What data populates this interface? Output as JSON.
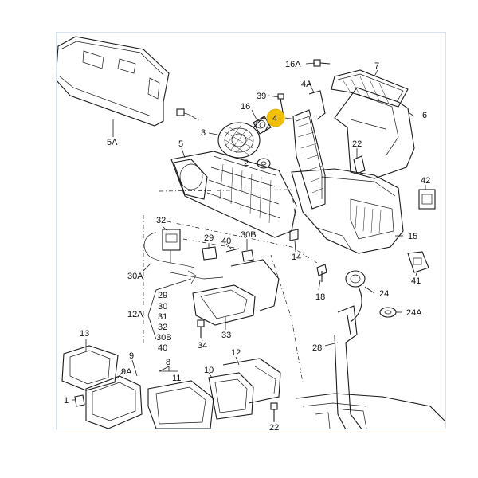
{
  "highlight": {
    "label": "4",
    "color": "#f2c000"
  },
  "labels": {
    "l5A": "5A",
    "l16A": "16A",
    "l7": "7",
    "l39": "39",
    "l4A": "4A",
    "l16": "16",
    "l4": "4",
    "l6": "6",
    "l3": "3",
    "l5": "5",
    "l2": "2",
    "l22a": "22",
    "l42": "42",
    "l32": "32",
    "l29a": "29",
    "l40a": "40",
    "l30B": "30B",
    "l14": "14",
    "l15": "15",
    "l30A": "30A",
    "l41": "41",
    "l18": "18",
    "l24": "24",
    "l24A": "24A",
    "l12A": "12A",
    "l29b": "29",
    "l30": "30",
    "l31": "31",
    "l32b": "32",
    "l30Bb": "30B",
    "l40b": "40",
    "l33": "33",
    "l34": "34",
    "l13": "13",
    "l28": "28",
    "l9": "9",
    "l9A": "9A",
    "l8": "8",
    "l11": "11",
    "l10": "10",
    "l12": "12",
    "l1": "1",
    "l22b": "22"
  }
}
